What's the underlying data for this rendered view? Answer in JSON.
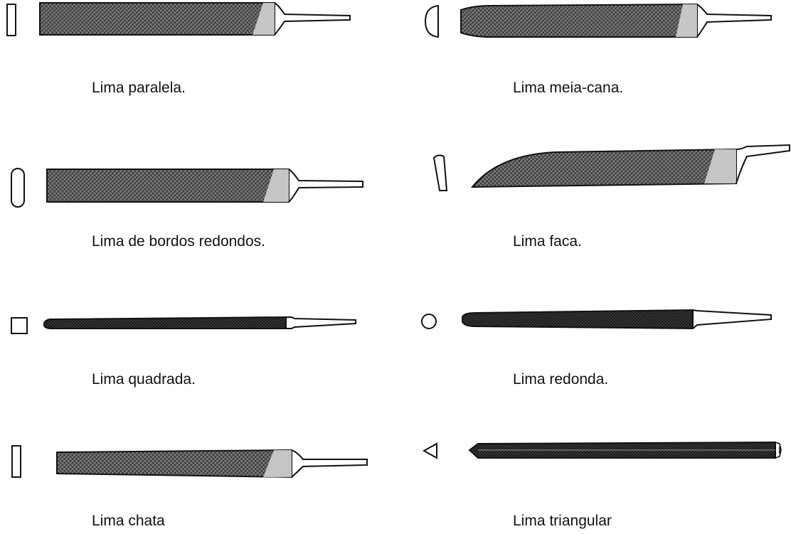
{
  "files": [
    {
      "id": "paralela",
      "label": "Lima paralela.",
      "section": "rectangle-outline",
      "body": "parallel"
    },
    {
      "id": "meia-cana",
      "label": "Lima meia-cana.",
      "section": "half-round",
      "body": "half-round"
    },
    {
      "id": "bordos-redondos",
      "label": "Lima de bordos redondos.",
      "section": "rounded-slot",
      "body": "parallel"
    },
    {
      "id": "faca",
      "label": "Lima faca.",
      "section": "wedge",
      "body": "knife"
    },
    {
      "id": "quadrada",
      "label": "Lima quadrada.",
      "section": "square",
      "body": "slim"
    },
    {
      "id": "redonda",
      "label": "Lima redonda.",
      "section": "circle",
      "body": "slim"
    },
    {
      "id": "chata",
      "label": "Lima chata",
      "section": "rectangle-outline",
      "body": "tapered"
    },
    {
      "id": "triangular",
      "label": "Lima triangular",
      "section": "triangle",
      "body": "triangular"
    }
  ],
  "colors": {
    "ink": "#111111",
    "hatch": "#2a2a2a",
    "background": "#ffffff"
  }
}
